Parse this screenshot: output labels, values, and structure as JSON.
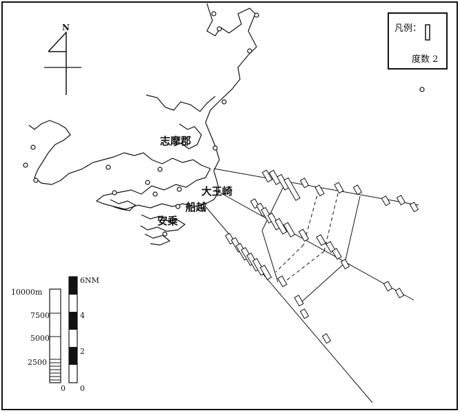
{
  "map": {
    "places": [
      {
        "id": "shima-district",
        "label": "志摩郡"
      },
      {
        "id": "daiozaki",
        "label": "大王崎"
      },
      {
        "id": "funakoshi",
        "label": "船越"
      },
      {
        "id": "ago",
        "label": "安乗"
      }
    ],
    "north_label": "N",
    "legend": {
      "title": "凡例：",
      "unit_label": "度数 2"
    },
    "scale_meters": {
      "labels": [
        "10000m",
        "7500",
        "5000",
        "2500",
        "0"
      ]
    },
    "scale_nm": {
      "labels": [
        "6NM",
        "4",
        "2",
        "0"
      ]
    },
    "colors": {
      "ink": "#111111",
      "paper": "#ffffff"
    }
  }
}
